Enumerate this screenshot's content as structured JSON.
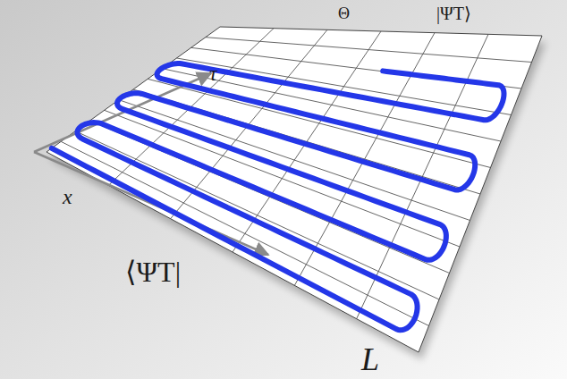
{
  "diagram": {
    "labels": [
      "τ",
      "x",
      "Θ",
      "|ΨT⟩",
      "⟨ΨT|",
      "L"
    ]
  }
}
